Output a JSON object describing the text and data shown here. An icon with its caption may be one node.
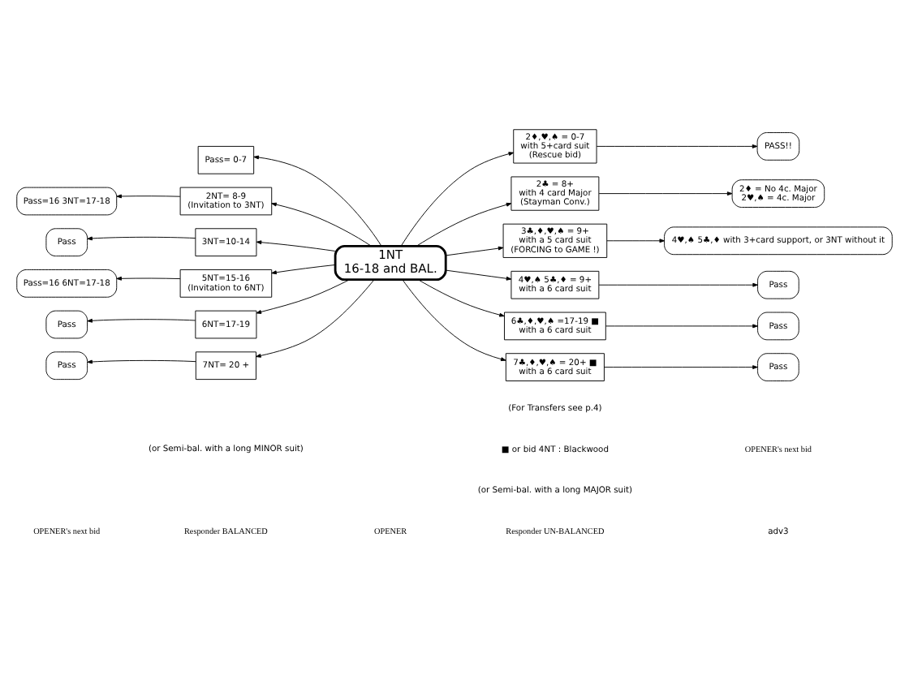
{
  "diagram": {
    "nodes": [
      {
        "text": [
          "1NT",
          "16-18 and BAL."
        ]
      },
      {
        "text": [
          "Pass= 0-7"
        ]
      },
      {
        "text": [
          "2NT= 8-9",
          "(Invitation to 3NT)"
        ]
      },
      {
        "text": [
          "3NT=10-14"
        ]
      },
      {
        "text": [
          "5NT=15-16",
          "(Invitation to 6NT)"
        ]
      },
      {
        "text": [
          "6NT=17-19"
        ]
      },
      {
        "text": [
          "7NT= 20 +"
        ]
      },
      {
        "text": [
          "Pass=16 3NT=17-18"
        ]
      },
      {
        "text": [
          "Pass"
        ]
      },
      {
        "text": [
          "Pass=16 6NT=17-18"
        ]
      },
      {
        "text": [
          "Pass"
        ]
      },
      {
        "text": [
          "Pass"
        ]
      },
      {
        "text": [
          "2♦,♥,♠ = 0-7",
          "with 5+card suit",
          "(Rescue bid)"
        ]
      },
      {
        "text": [
          "2♣ = 8+",
          "with 4 card Major",
          "(Stayman Conv.)"
        ]
      },
      {
        "text": [
          "3♣,♦,♥,♠ = 9+",
          "with a 5 card suit",
          "(FORCING to GAME !)"
        ]
      },
      {
        "text": [
          "4♥,♠ 5♣,♦ = 9+",
          "with a 6 card suit"
        ]
      },
      {
        "text": [
          "6♣,♦,♥,♠ =17-19 ■",
          "with a 6 card suit"
        ]
      },
      {
        "text": [
          "7♣,♦,♥,♠ = 20+ ■",
          "with a 6 card suit"
        ]
      },
      {
        "text": [
          "PASS!!"
        ]
      },
      {
        "text": [
          "2♦ = No 4c. Major",
          "2♥,♠ = 4c. Major"
        ]
      },
      {
        "text": [
          "4♥,♠ 5♣,♦ with 3+card support, or 3NT without it"
        ]
      },
      {
        "text": [
          "Pass"
        ]
      },
      {
        "text": [
          "Pass"
        ]
      },
      {
        "text": [
          "Pass"
        ]
      }
    ],
    "edges": [
      {
        "from": 0,
        "to": 1,
        "arrow": "to"
      },
      {
        "from": 0,
        "to": 2,
        "arrow": "to"
      },
      {
        "from": 0,
        "to": 3,
        "arrow": "to"
      },
      {
        "from": 0,
        "to": 4,
        "arrow": "to"
      },
      {
        "from": 0,
        "to": 5,
        "arrow": "to"
      },
      {
        "from": 0,
        "to": 6,
        "arrow": "to"
      },
      {
        "from": 2,
        "to": 7,
        "arrow": "to"
      },
      {
        "from": 3,
        "to": 8,
        "arrow": "to"
      },
      {
        "from": 4,
        "to": 9,
        "arrow": "to"
      },
      {
        "from": 5,
        "to": 10,
        "arrow": "to"
      },
      {
        "from": 6,
        "to": 11,
        "arrow": "to"
      },
      {
        "from": 0,
        "to": 12,
        "arrow": "to"
      },
      {
        "from": 0,
        "to": 13,
        "arrow": "to"
      },
      {
        "from": 0,
        "to": 14,
        "arrow": "to"
      },
      {
        "from": 0,
        "to": 15,
        "arrow": "to"
      },
      {
        "from": 0,
        "to": 16,
        "arrow": "to"
      },
      {
        "from": 0,
        "to": 17,
        "arrow": "to"
      },
      {
        "from": 12,
        "to": 18,
        "arrow": "to"
      },
      {
        "from": 13,
        "to": 19,
        "arrow": "to"
      },
      {
        "from": 14,
        "to": 20,
        "arrow": "to"
      },
      {
        "from": 15,
        "to": 21,
        "arrow": "to"
      },
      {
        "from": 16,
        "to": 22,
        "arrow": "to"
      },
      {
        "from": 17,
        "to": 23,
        "arrow": "to"
      }
    ],
    "labels": [
      "adv3",
      "Responder BALANCED",
      "(or Semi-bal. with a long MINOR suit)",
      "OPENER's next bid",
      "OPENER",
      "Responder UN-BALANCED",
      "(or Semi-bal. with a long MAJOR suit)",
      "OPENER's next bid",
      "■ or bid 4NT : Blackwood",
      "(For Transfers see p.4)"
    ]
  }
}
